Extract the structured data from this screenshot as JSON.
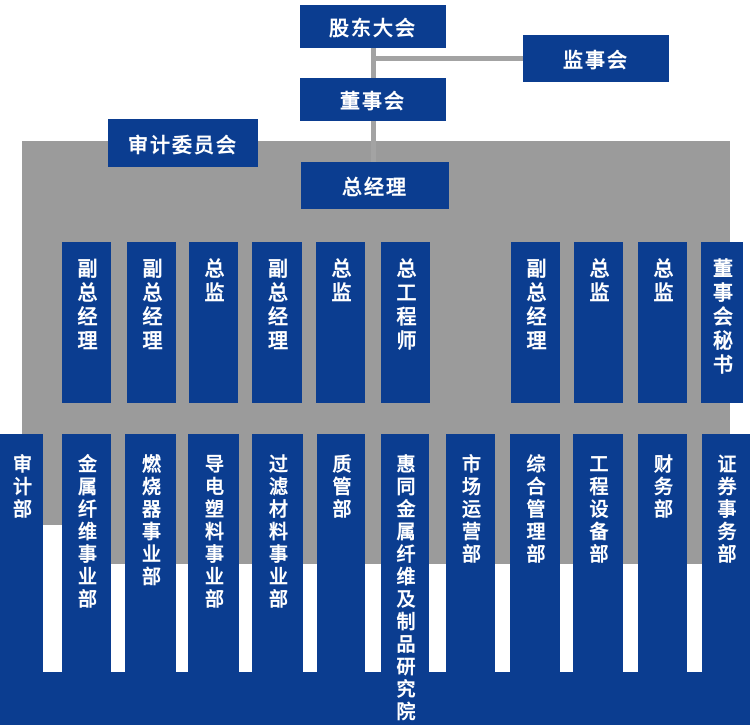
{
  "org_chart": {
    "governance": {
      "shareholders_meeting": "股东大会",
      "supervisory_board": "监事会",
      "board_of_directors": "董事会",
      "audit_committee": "审计委员会",
      "general_manager": "总经理"
    },
    "executive_row": [
      {
        "label": "副总经理"
      },
      {
        "label": "副总经理"
      },
      {
        "label": "总监"
      },
      {
        "label": "副总经理"
      },
      {
        "label": "总监"
      },
      {
        "label": "总工程师"
      },
      {
        "label": "副总经理"
      },
      {
        "label": "总监"
      },
      {
        "label": "总监"
      },
      {
        "label": "董事会秘书"
      }
    ],
    "department_row": [
      {
        "label": "审计部"
      },
      {
        "label": "金属纤维事业部"
      },
      {
        "label": "燃烧器事业部"
      },
      {
        "label": "导电塑料事业部"
      },
      {
        "label": "过滤材料事业部"
      },
      {
        "label": "质管部"
      },
      {
        "label": "惠同金属纤维及制品研究院"
      },
      {
        "label": "市场运营部"
      },
      {
        "label": "综合管理部"
      },
      {
        "label": "工程设备部"
      },
      {
        "label": "财务部"
      },
      {
        "label": "证券事务部"
      }
    ],
    "colors": {
      "node_blue": "#0b3d90",
      "panel_gray": "#9b9b9b",
      "connector_gray": "#a3a3a3",
      "label_white": "#ffffff"
    }
  }
}
